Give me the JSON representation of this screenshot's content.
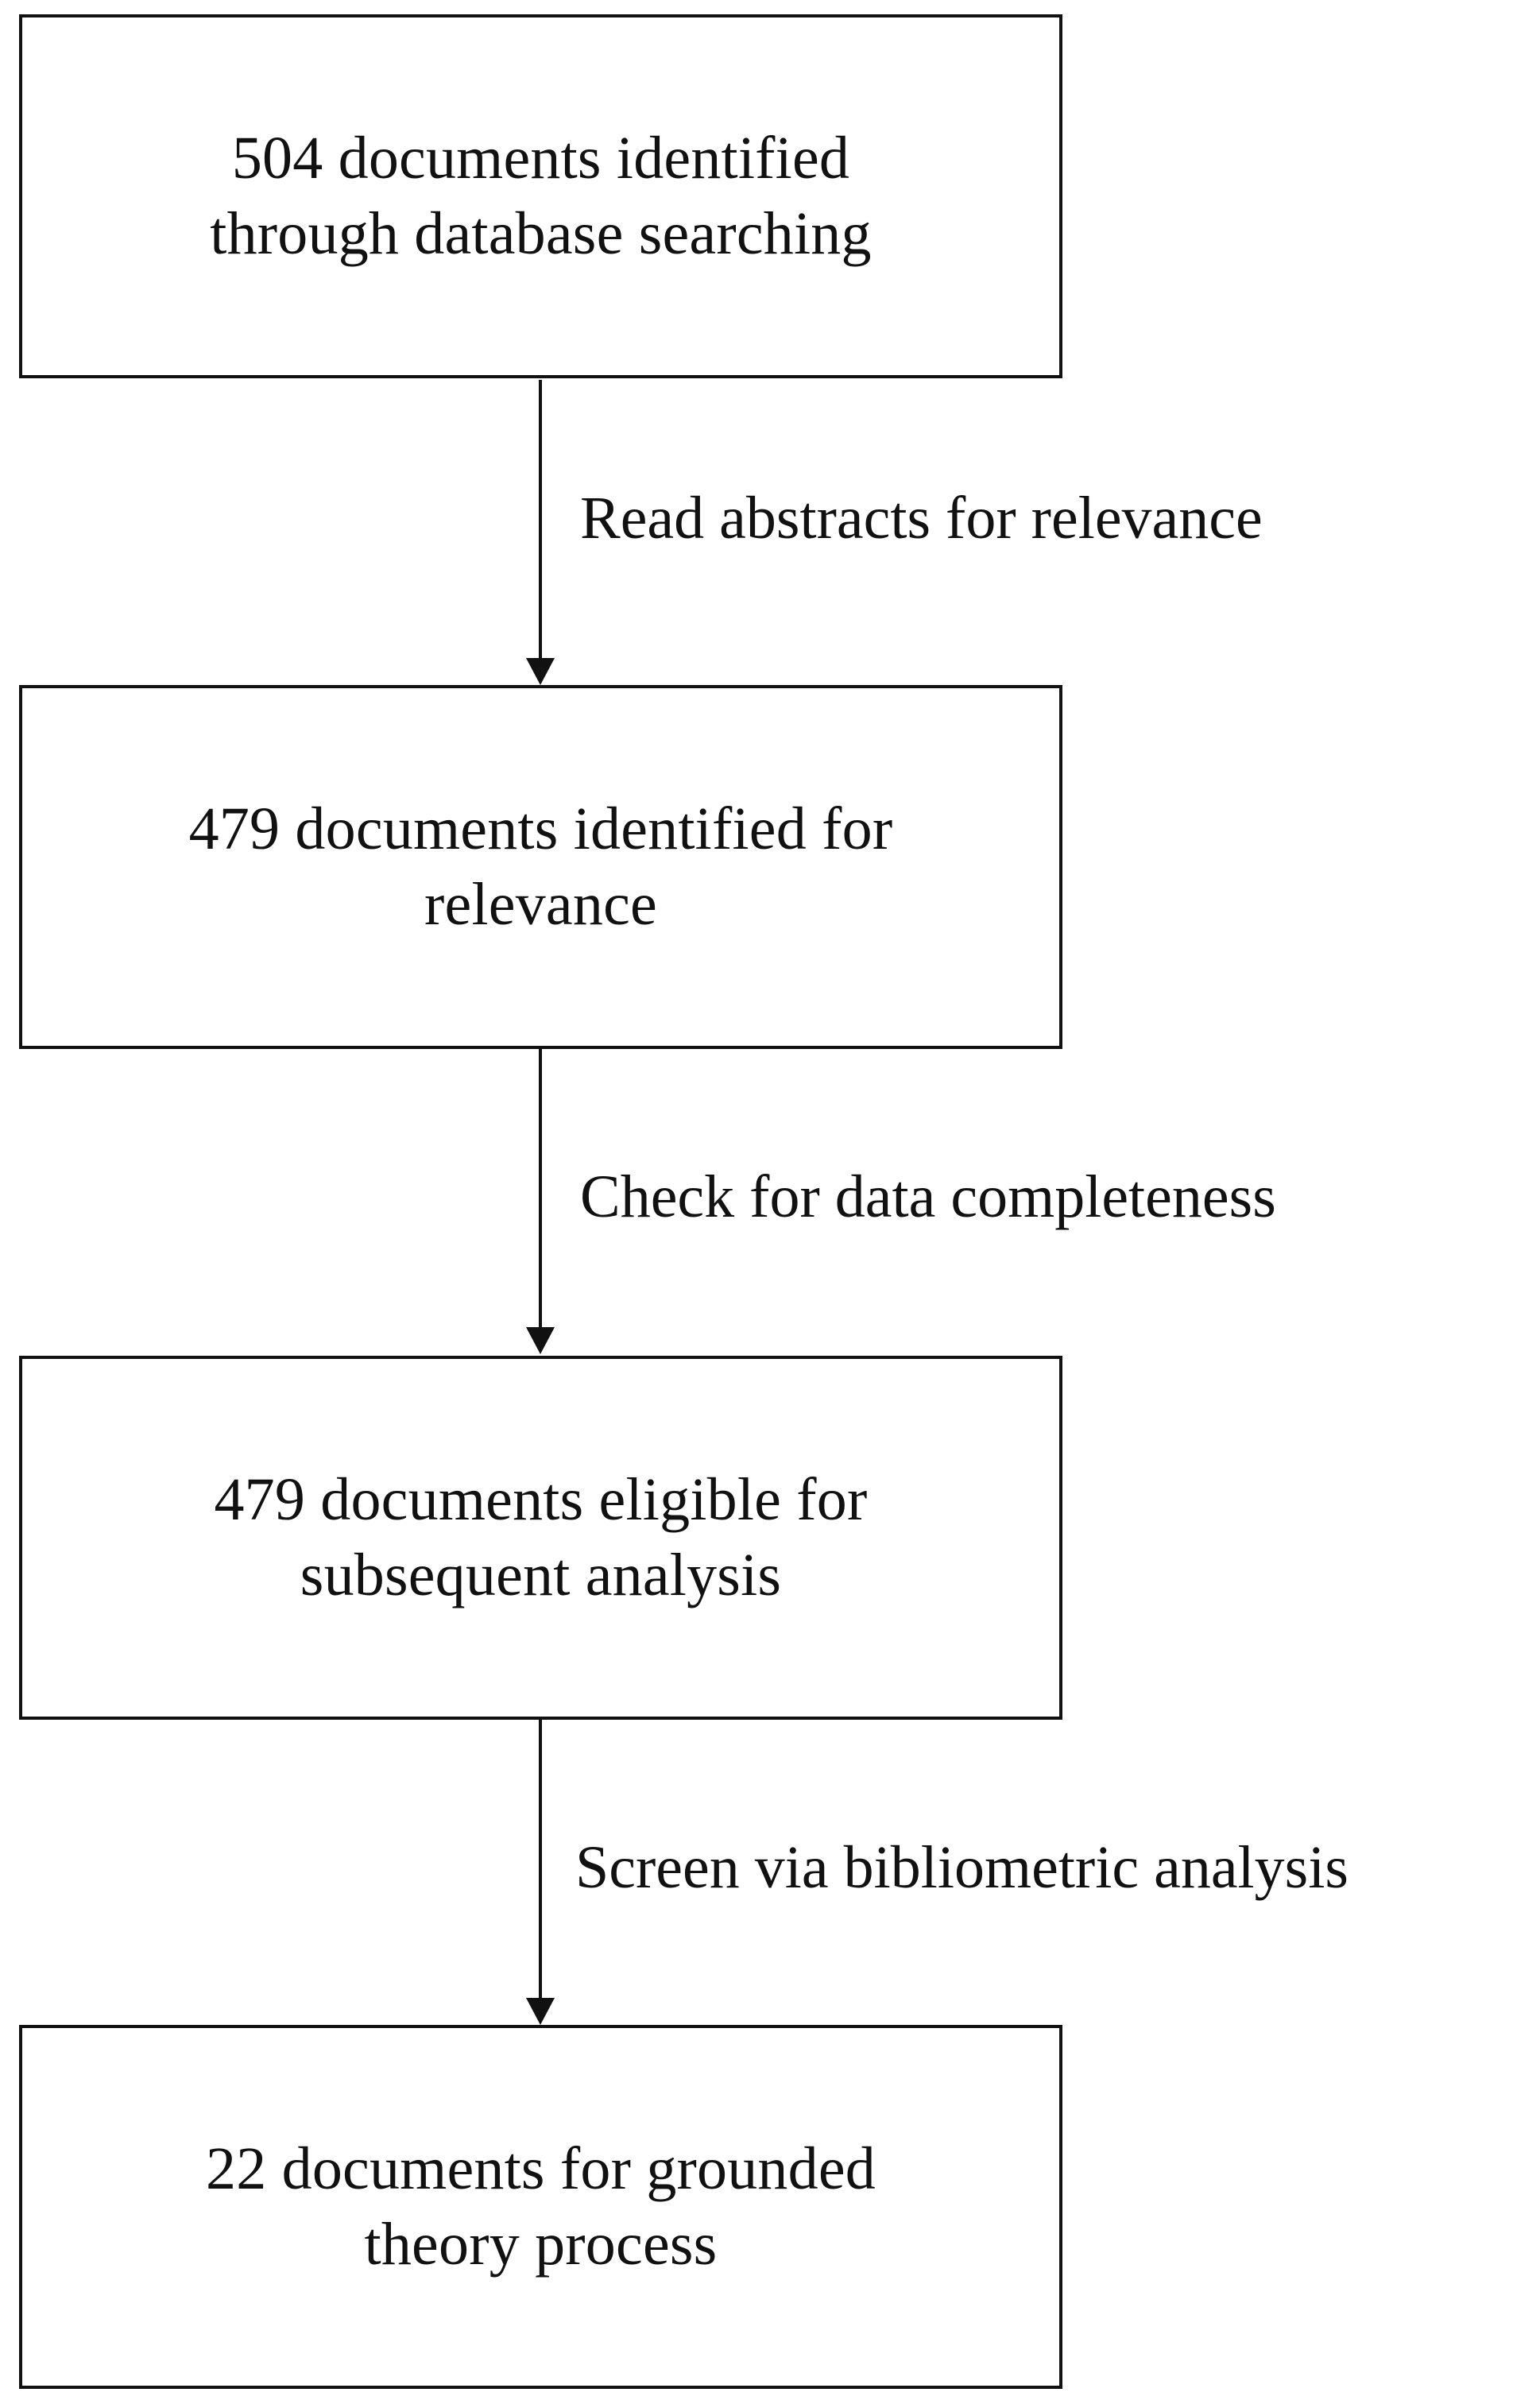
{
  "flow": {
    "boxes": [
      {
        "line1": "504 documents identified",
        "line2": "through database searching"
      },
      {
        "line1": "479 documents identified for",
        "line2": "relevance"
      },
      {
        "line1": "479 documents eligible for",
        "line2": "subsequent analysis"
      },
      {
        "line1": "22 documents for grounded",
        "line2": "theory process"
      }
    ],
    "steps": [
      "Read abstracts for relevance",
      "Check for data completeness",
      "Screen via bibliometric analysis"
    ]
  }
}
